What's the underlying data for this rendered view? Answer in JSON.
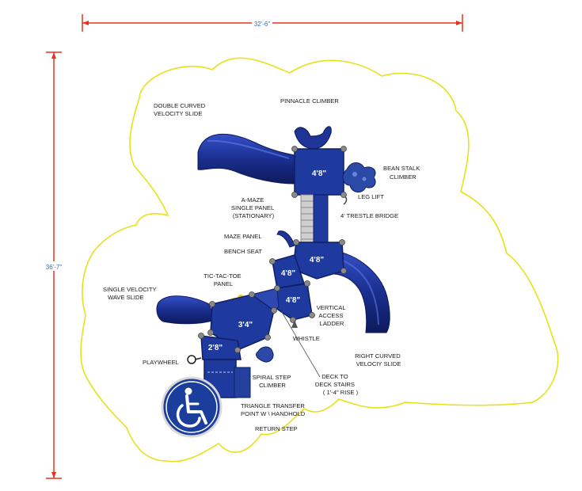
{
  "dimensions": {
    "width": "32'-6\"",
    "height": "36'-7\""
  },
  "labels": {
    "double_curved_slide": [
      "DOUBLE CURVED",
      "VELOCITY SLIDE"
    ],
    "pinnacle_climber": [
      "PINNACLE CLIMBER"
    ],
    "bean_stalk": [
      "BEAN STALK",
      "CLIMBER"
    ],
    "leg_lift": [
      "LEG LIFT"
    ],
    "a_maze": [
      "A-MAZE",
      "SINGLE PANEL",
      "(STATIONARY)"
    ],
    "trestle_bridge": [
      "4' TRESTLE BRIDGE"
    ],
    "maze_panel": [
      "MAZE PANEL"
    ],
    "bench_seat": [
      "BENCH SEAT"
    ],
    "tic_tac_toe": [
      "TIC-TAC-TOE",
      "PANEL"
    ],
    "single_velocity": [
      "SINGLE VELOCITY",
      "WAVE SLIDE"
    ],
    "vertical_ladder": [
      "VERTICAL",
      "ACCESS",
      "LADDER"
    ],
    "whistle": [
      "WHISTLE"
    ],
    "right_curved": [
      "RIGHT CURVED",
      "VELOCIY SLIDE"
    ],
    "playwheel": [
      "PLAYWHEEL"
    ],
    "spiral_step": [
      "SPIRAL STEP",
      "CLIMBER"
    ],
    "deck_to_deck": [
      "DECK TO",
      "DECK STAIRS",
      "( 1'-4\" RISE      )"
    ],
    "triangle_transfer": [
      "TRIANGLE TRANSFER",
      "POINT W  \\  HANDHOLD"
    ],
    "return_step": [
      "RETURN STEP"
    ]
  },
  "decks": {
    "top": "4'8\"",
    "upper_right": "4'8\"",
    "mid_left": "4'8\"",
    "mid": "4'8\"",
    "low": "3'4\"",
    "bottom": "2'8\""
  },
  "colors": {
    "boundary": "#e6e21a",
    "dimension_line": "#e8331e",
    "structure": "#1f3a9e",
    "structure_dark": "#0f1f63",
    "post": "#8a8a8a",
    "accessibility": "#1b3d9c"
  },
  "icons": [
    "accessibility-icon"
  ]
}
